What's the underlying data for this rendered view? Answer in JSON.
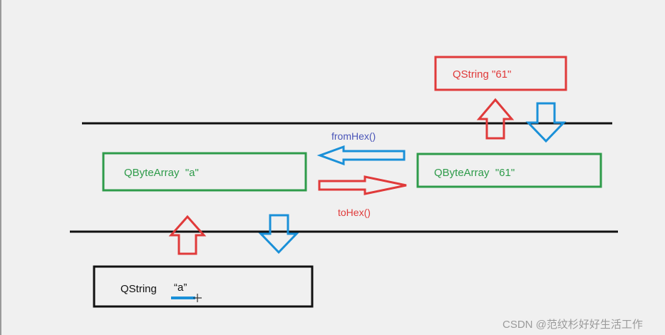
{
  "boxes": {
    "top_qstring": {
      "label": "QString \"61\"",
      "color": "#e03a3a"
    },
    "qbytearray_a": {
      "label": "QByteArray  \"a\"",
      "color": "#2e9b4a"
    },
    "qbytearray_61": {
      "label": "QByteArray  \"61\"",
      "color": "#2e9b4a"
    },
    "bottom_qstring": {
      "label": "QString",
      "value": "“a”",
      "color": "#111111"
    }
  },
  "conversions": {
    "from_hex": {
      "label": "fromHex()",
      "color": "#4a55b8"
    },
    "to_hex": {
      "label": "toHex()",
      "color": "#e03a3a"
    }
  },
  "arrows": {
    "up_color": "#e03a3a",
    "down_color": "#1a90d8",
    "from_hex_color": "#1a90d8",
    "to_hex_color": "#e03a3a"
  },
  "watermark": "CSDN @范纹杉好好生活工作"
}
